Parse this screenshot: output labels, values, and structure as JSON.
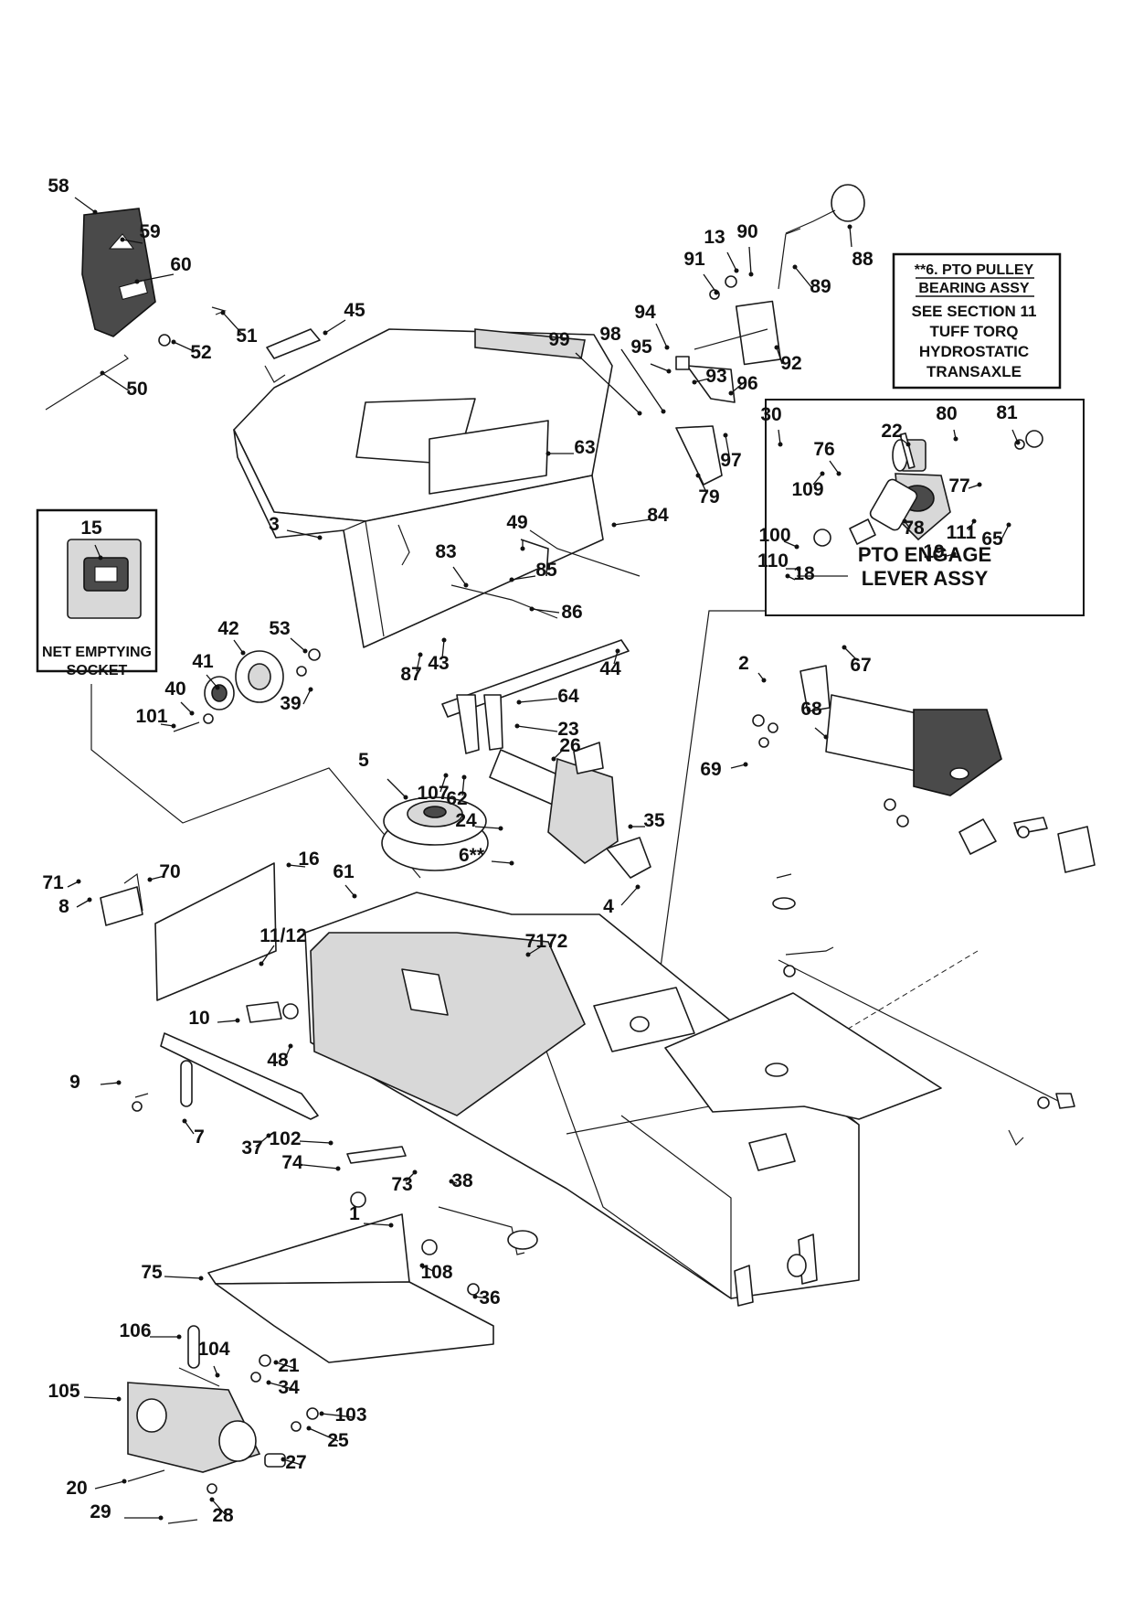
{
  "note_box": {
    "line1": "**6. PTO PULLEY",
    "line2": "BEARING ASSY",
    "line3": "SEE SECTION 11",
    "line4": "TUFF TORQ",
    "line5": "HYDROSTATIC",
    "line6": "TRANSAXLE"
  },
  "pto_box": {
    "title_line1": "PTO ENGAGE",
    "title_line2": "LEVER ASSY"
  },
  "socket_box": {
    "label_line1": "NET EMPTYING",
    "label_line2": "SOCKET"
  },
  "callouts": [
    "58",
    "59",
    "60",
    "51",
    "52",
    "45",
    "50",
    "63",
    "3",
    "13",
    "90",
    "88",
    "91",
    "89",
    "94",
    "92",
    "95",
    "99",
    "98",
    "93",
    "96",
    "97",
    "79",
    "84",
    "49",
    "83",
    "85",
    "86",
    "43",
    "87",
    "44",
    "64",
    "23",
    "26",
    "5",
    "107",
    "62",
    "24",
    "35",
    "6**",
    "4",
    "53",
    "42",
    "41",
    "40",
    "39",
    "101",
    "15",
    "16",
    "70",
    "71",
    "8",
    "61",
    "7172",
    "11/12",
    "10",
    "48",
    "9",
    "7",
    "37",
    "102",
    "74",
    "73",
    "38",
    "1",
    "108",
    "75",
    "36",
    "106",
    "104",
    "21",
    "34",
    "105",
    "103",
    "25",
    "27",
    "20",
    "29",
    "28",
    "30",
    "100",
    "80",
    "76",
    "81",
    "77",
    "109",
    "110",
    "111",
    "78",
    "65",
    "18",
    "19",
    "22",
    "2",
    "67",
    "68",
    "69"
  ]
}
